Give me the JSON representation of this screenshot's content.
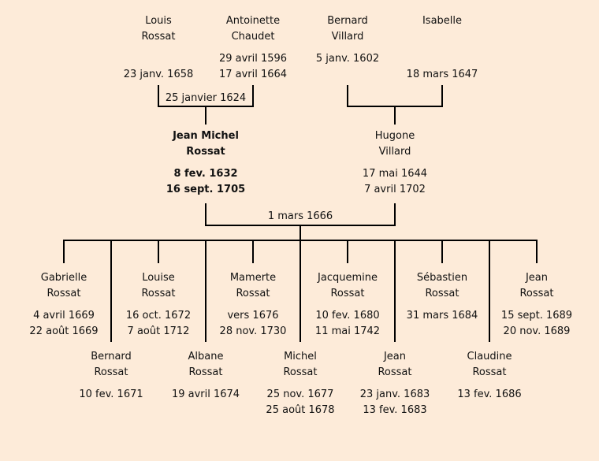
{
  "grandparents": {
    "paternal": {
      "father": {
        "first": "Louis",
        "last": "Rossat",
        "birth": "",
        "death": "23 janv. 1658"
      },
      "mother": {
        "first": "Antoinette",
        "last": "Chaudet",
        "birth": "29 avril 1596",
        "death": "17 avril 1664"
      },
      "marriage": "25 janvier 1624"
    },
    "maternal": {
      "father": {
        "first": "Bernard",
        "last": "Villard",
        "birth": "5 janv. 1602",
        "death": ""
      },
      "mother": {
        "first": "Isabelle",
        "last": "",
        "birth": "",
        "death": "18 mars 1647"
      },
      "marriage": ""
    }
  },
  "parents": {
    "father": {
      "first": "Jean Michel",
      "last": "Rossat",
      "birth": "8 fev. 1632",
      "death": "16 sept. 1705"
    },
    "mother": {
      "first": "Hugone",
      "last": "Villard",
      "birth": "17 mai 1644",
      "death": "7 avril 1702"
    },
    "marriage": "1 mars 1666"
  },
  "children": [
    {
      "first": "Gabrielle",
      "last": "Rossat",
      "birth": "4 avril 1669",
      "death": "22 août 1669"
    },
    {
      "first": "Bernard",
      "last": "Rossat",
      "birth": "10 fev. 1671",
      "death": ""
    },
    {
      "first": "Louise",
      "last": "Rossat",
      "birth": "16 oct. 1672",
      "death": "7 août 1712"
    },
    {
      "first": "Albane",
      "last": "Rossat",
      "birth": "19 avril 1674",
      "death": ""
    },
    {
      "first": "Mamerte",
      "last": "Rossat",
      "birth": "vers 1676",
      "death": "28 nov. 1730"
    },
    {
      "first": "Michel",
      "last": "Rossat",
      "birth": "25 nov. 1677",
      "death": "25 août 1678"
    },
    {
      "first": "Jacquemine",
      "last": "Rossat",
      "birth": "10 fev. 1680",
      "death": "11 mai 1742"
    },
    {
      "first": "Jean",
      "last": "Rossat",
      "birth": "23 janv. 1683",
      "death": "13 fev. 1683"
    },
    {
      "first": "Sébastien",
      "last": "Rossat",
      "birth": "31 mars 1684",
      "death": ""
    },
    {
      "first": "Claudine",
      "last": "Rossat",
      "birth": "13 fev. 1686",
      "death": ""
    },
    {
      "first": "Jean",
      "last": "Rossat",
      "birth": "15 sept. 1689",
      "death": "20 nov. 1689"
    }
  ]
}
